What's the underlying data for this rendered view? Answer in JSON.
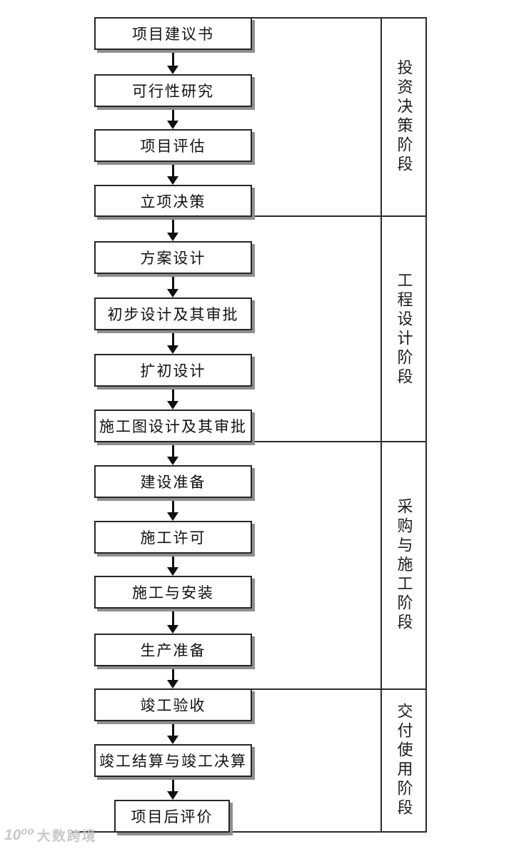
{
  "flow": {
    "steps": [
      {
        "label": "项目建议书"
      },
      {
        "label": "可行性研究"
      },
      {
        "label": "项目评估"
      },
      {
        "label": "立项决策"
      },
      {
        "label": "方案设计"
      },
      {
        "label": "初步设计及其审批"
      },
      {
        "label": "扩初设计"
      },
      {
        "label": "施工图设计及其审批"
      },
      {
        "label": "建设准备"
      },
      {
        "label": "施工许可"
      },
      {
        "label": "施工与安装"
      },
      {
        "label": "生产准备"
      },
      {
        "label": "竣工验收"
      },
      {
        "label": "竣工结算与竣工决算"
      },
      {
        "label": "项目后评价"
      }
    ],
    "phases": [
      {
        "label": "投资决策阶段"
      },
      {
        "label": "工程设计阶段"
      },
      {
        "label": "采购与施工阶段"
      },
      {
        "label": "交付使用阶段"
      }
    ]
  },
  "watermark": {
    "logo": "10⁰⁰",
    "text": "大数跨境"
  },
  "colors": {
    "background": "#ffffff",
    "line": "#2b2b2b",
    "box_border": "#262626",
    "box_shadow": "#8e8e8e",
    "text": "#111111",
    "watermark": "#c9c9c9"
  }
}
